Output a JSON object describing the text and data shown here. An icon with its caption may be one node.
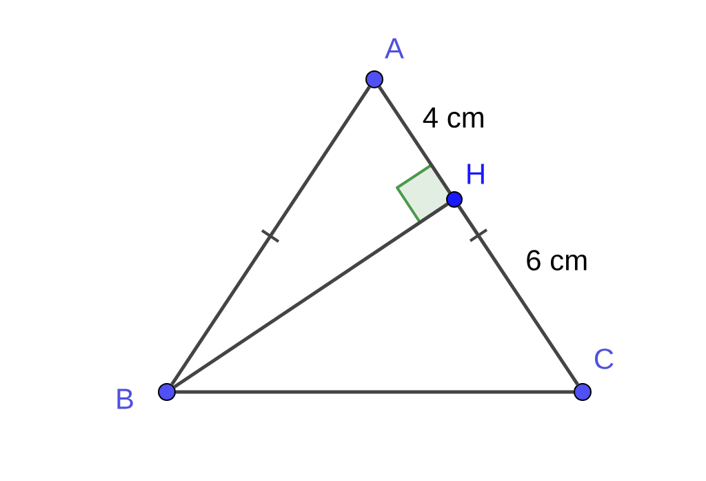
{
  "diagram": {
    "nodes": [
      {
        "text": [
          "A"
        ]
      },
      {
        "text": [
          "B"
        ]
      },
      {
        "text": [
          "C"
        ]
      },
      {
        "text": [
          "H"
        ]
      }
    ],
    "edges": [
      {
        "from": 0,
        "to": 1,
        "arrow": "none"
      },
      {
        "from": 1,
        "to": 2,
        "arrow": "none"
      },
      {
        "from": 0,
        "to": 3,
        "arrow": "none",
        "label": "4 cm"
      },
      {
        "from": 3,
        "to": 2,
        "arrow": "none",
        "label": "6 cm"
      },
      {
        "from": 1,
        "to": 3,
        "arrow": "none"
      }
    ]
  }
}
